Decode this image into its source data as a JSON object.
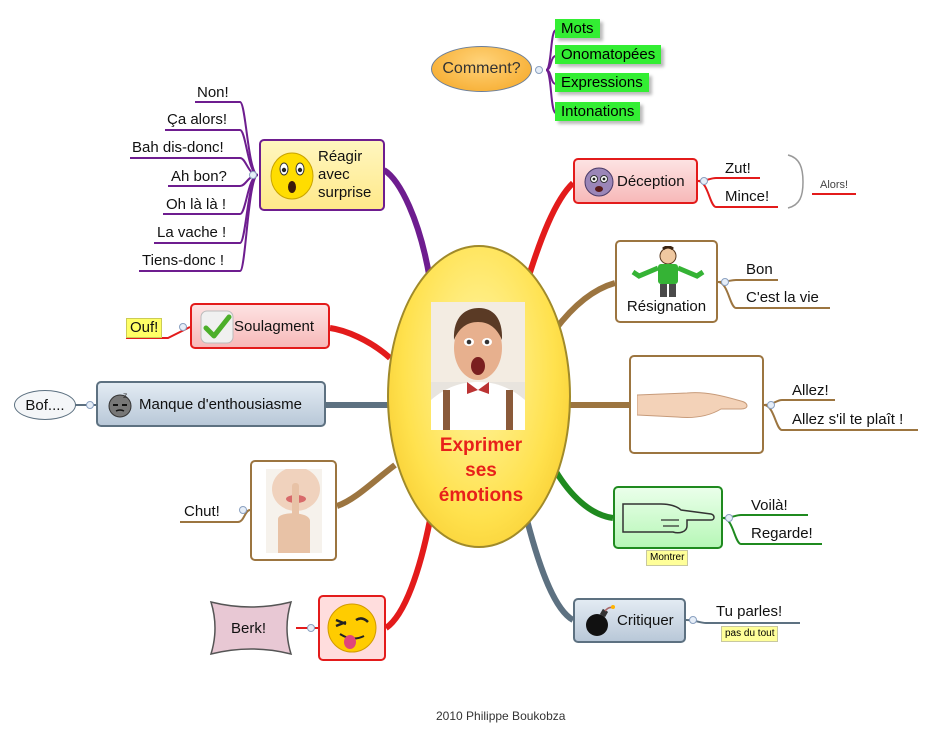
{
  "center": {
    "title": "Exprimer ses émotions"
  },
  "comment": {
    "label": "Comment?",
    "items": [
      "Mots",
      "Onomatopées",
      "Expressions",
      "Intonations"
    ]
  },
  "surprise": {
    "label": "Réagir avec surprise",
    "items": [
      "Non!",
      "Ça alors!",
      "Bah dis-donc!",
      "Ah bon?",
      "Oh là là !",
      "La vache !",
      "Tiens-donc !"
    ]
  },
  "soulagement": {
    "label": "Soulagment",
    "items": [
      "Ouf!"
    ]
  },
  "enthousiasme": {
    "label": "Manque d'enthousiasme",
    "items": [
      "Bof...."
    ]
  },
  "silence": {
    "items": [
      "Chut!"
    ]
  },
  "degout": {
    "items": [
      "Berk!"
    ]
  },
  "deception": {
    "label": "Déception",
    "items": [
      "Zut!",
      "Mince!"
    ],
    "group_label": "Alors!"
  },
  "resignation": {
    "label": "Résignation",
    "items": [
      "Bon",
      "C'est la vie"
    ]
  },
  "invitation": {
    "items": [
      "Allez!",
      "Allez s'il te plaît !"
    ]
  },
  "montrer": {
    "note": "Montrer",
    "items": [
      "Voilà!",
      "Regarde!"
    ]
  },
  "critiquer": {
    "label": "Critiquer",
    "items": [
      "Tu parles!"
    ],
    "note": "pas du tout"
  },
  "footer": {
    "credit": "2010 Philippe Boukobza"
  },
  "colors": {
    "center_fill": "#ffe14d",
    "center_text": "#e8201a",
    "purple": "#6e1d8f",
    "red": "#e31b1b",
    "brown": "#9c7540",
    "slate": "#5d7181",
    "green": "#1f8a1f"
  }
}
